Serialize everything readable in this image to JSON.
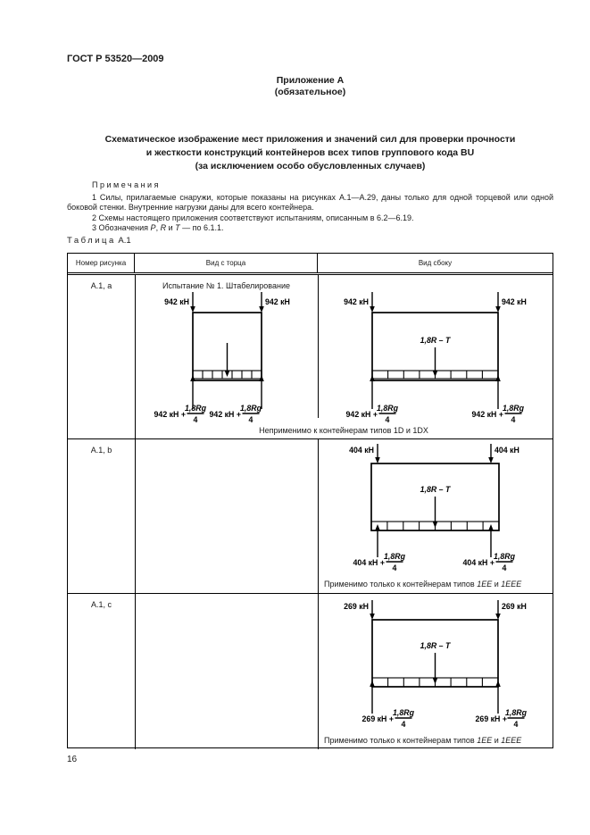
{
  "page": {
    "doc_number": "ГОСТ Р 53520—2009",
    "appendix_title": "Приложение А",
    "appendix_subtitle": "(обязательное)",
    "title_lines": [
      "Схематическое изображение мест приложения и значений сил для проверки прочности",
      "и жесткости конструкций контейнеров всех типов группового кода BU",
      "(за исключением особо обусловленных случаев)"
    ],
    "notes_heading": "Примечания",
    "notes": [
      [
        {
          "t": "1 Силы, прилагаемые снаружи, которые показаны на рисунках А.1—А.29, даны только для одной торцевой или одной боковой стенки. Внутренние нагрузки даны для всего контейнера.",
          "i": false
        }
      ],
      [
        {
          "t": "2 Схемы настоящего приложения соответствуют испытаниям, описанным в 6.2—6.19.",
          "i": false
        }
      ],
      [
        {
          "t": "3 Обозначения ",
          "i": false
        },
        {
          "t": "P",
          "i": true
        },
        {
          "t": ", ",
          "i": false
        },
        {
          "t": "R",
          "i": true
        },
        {
          "t": " и ",
          "i": false
        },
        {
          "t": "T",
          "i": true
        },
        {
          "t": " — по 6.1.1.",
          "i": false
        }
      ]
    ],
    "table_word": "Таблица",
    "table_num": "А.1",
    "page_number": "16"
  },
  "table": {
    "columns": [
      "Номер рисунка",
      "Вид с торца",
      "Вид сбоку"
    ],
    "rows": [
      {
        "figure_label": "А.1, а",
        "test_title": "Испытание № 1. Штабелирование",
        "end_view": {
          "top_force_left": "942 кН",
          "top_force_right": "942 кН",
          "bottom_prefix_left": "942 кН +",
          "bottom_prefix_right": "942 кН +",
          "frac_num": "1,8Rg",
          "frac_den": "4"
        },
        "side_view": {
          "top_force_left": "942 кН",
          "top_force_right": "942 кН",
          "center_force": "1,8R – T",
          "bottom_prefix_left": "942 кН +",
          "bottom_prefix_right": "942 кН +",
          "frac_num": "1,8Rg",
          "frac_den": "4"
        },
        "caption": [
          {
            "t": "Неприменимо к контейнерам типов 1D и 1DX",
            "i": false
          }
        ]
      },
      {
        "figure_label": "А.1, b",
        "side_view": {
          "top_force_left": "404 кН",
          "top_force_right": "404 кН",
          "center_force": "1,8R – T",
          "bottom_prefix_left": "404 кН +",
          "bottom_prefix_right": "404 кН +",
          "frac_num": "1,8Rg",
          "frac_den": "4"
        },
        "caption": [
          {
            "t": "Применимо только к контейнерам типов ",
            "i": false
          },
          {
            "t": "1EE",
            "i": true
          },
          {
            "t": " и ",
            "i": false
          },
          {
            "t": "1EEE",
            "i": true
          }
        ]
      },
      {
        "figure_label": "А.1, с",
        "side_view": {
          "top_force_left": "269 кН",
          "top_force_right": "269 кН",
          "center_force": "1,8R – T",
          "bottom_prefix_left": "269 кН +",
          "bottom_prefix_right": "269 кН +",
          "frac_num": "1,8Rg",
          "frac_den": "4"
        },
        "caption": [
          {
            "t": "Применимо только к контейнерам типов ",
            "i": false
          },
          {
            "t": "1EE",
            "i": true
          },
          {
            "t": " и ",
            "i": false
          },
          {
            "t": "1EEE",
            "i": true
          }
        ]
      }
    ]
  }
}
